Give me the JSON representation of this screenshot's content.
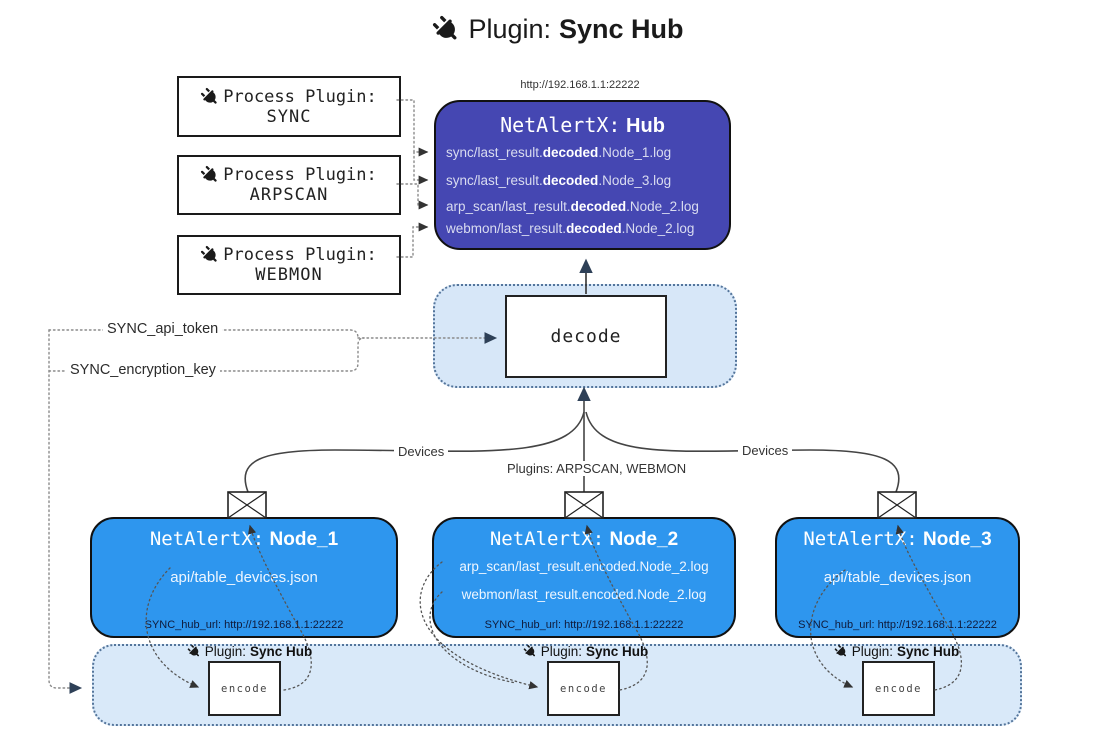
{
  "title": {
    "label": "Plugin:",
    "name": "Sync Hub"
  },
  "process_plugins": [
    {
      "label": "Process Plugin:",
      "name": "SYNC"
    },
    {
      "label": "Process Plugin:",
      "name": "ARPSCAN"
    },
    {
      "label": "Process Plugin:",
      "name": "WEBMON"
    }
  ],
  "hub": {
    "url": "http://192.168.1.1:22222",
    "title_prefix": "NetAlertX:",
    "title_name": "Hub",
    "logs": [
      {
        "pre": "sync/last_result.",
        "bold": "decoded",
        "post": ".Node_1.log"
      },
      {
        "pre": "sync/last_result.",
        "bold": "decoded",
        "post": ".Node_3.log"
      },
      {
        "pre": "arp_scan/last_result.",
        "bold": "decoded",
        "post": ".Node_2.log"
      },
      {
        "pre": "webmon/last_result.",
        "bold": "decoded",
        "post": ".Node_2.log"
      }
    ]
  },
  "decode": {
    "label": "decode"
  },
  "settings": {
    "api_token": "SYNC_api_token",
    "encryption_key": "SYNC_encryption_key"
  },
  "edge_labels": {
    "devices_left": "Devices",
    "plugins_center": "Plugins: ARPSCAN, WEBMON",
    "devices_right": "Devices"
  },
  "nodes": [
    {
      "title_prefix": "NetAlertX:",
      "title_name": "Node_1",
      "files": [
        "api/table_devices.json"
      ],
      "hub_url": "SYNC_hub_url: http://192.168.1.1:22222"
    },
    {
      "title_prefix": "NetAlertX:",
      "title_name": "Node_2",
      "files": [
        "arp_scan/last_result.encoded.Node_2.log",
        "webmon/last_result.encoded.Node_2.log"
      ],
      "hub_url": "SYNC_hub_url: http://192.168.1.1:22222"
    },
    {
      "title_prefix": "NetAlertX:",
      "title_name": "Node_3",
      "files": [
        "api/table_devices.json"
      ],
      "hub_url": "SYNC_hub_url: http://192.168.1.1:22222"
    }
  ],
  "encoders": {
    "label": "Plugin:",
    "name": "Sync Hub",
    "box": "encode"
  },
  "colors": {
    "hub_fill": "#4547b2",
    "node_fill": "#2e96ee",
    "panel_fill": "#d9e9f9",
    "arrow_dark": "#2e4057",
    "wire_gray": "#888"
  }
}
